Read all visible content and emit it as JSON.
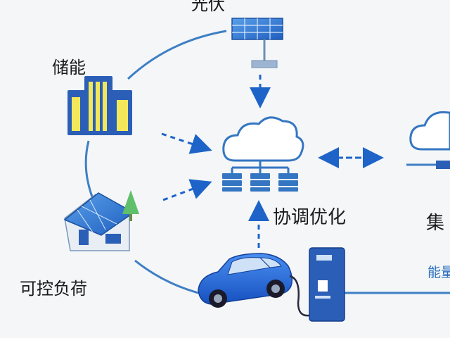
{
  "labels": {
    "pv": "光伏",
    "storage": "储能",
    "load": "可控负荷",
    "coordination": "协调优化",
    "aggregation": "集",
    "energy": "能量"
  },
  "colors": {
    "line_color": "#3e7fc4",
    "arrow_color": "#1e64c8",
    "primary_blue": "#2a6fc0",
    "building_yellow": "#f2e85a",
    "car_blue": "#1f63d9",
    "cloud_stroke": "#3576c2"
  },
  "icons": {
    "pv": "solar-panel-icon",
    "storage": "storage-building-icon",
    "load": "house-icon",
    "coordination": "cloud-server-icon",
    "aggregation": "cloud-icon",
    "vehicle": "electric-car-icon",
    "charger": "charging-pile-icon"
  }
}
